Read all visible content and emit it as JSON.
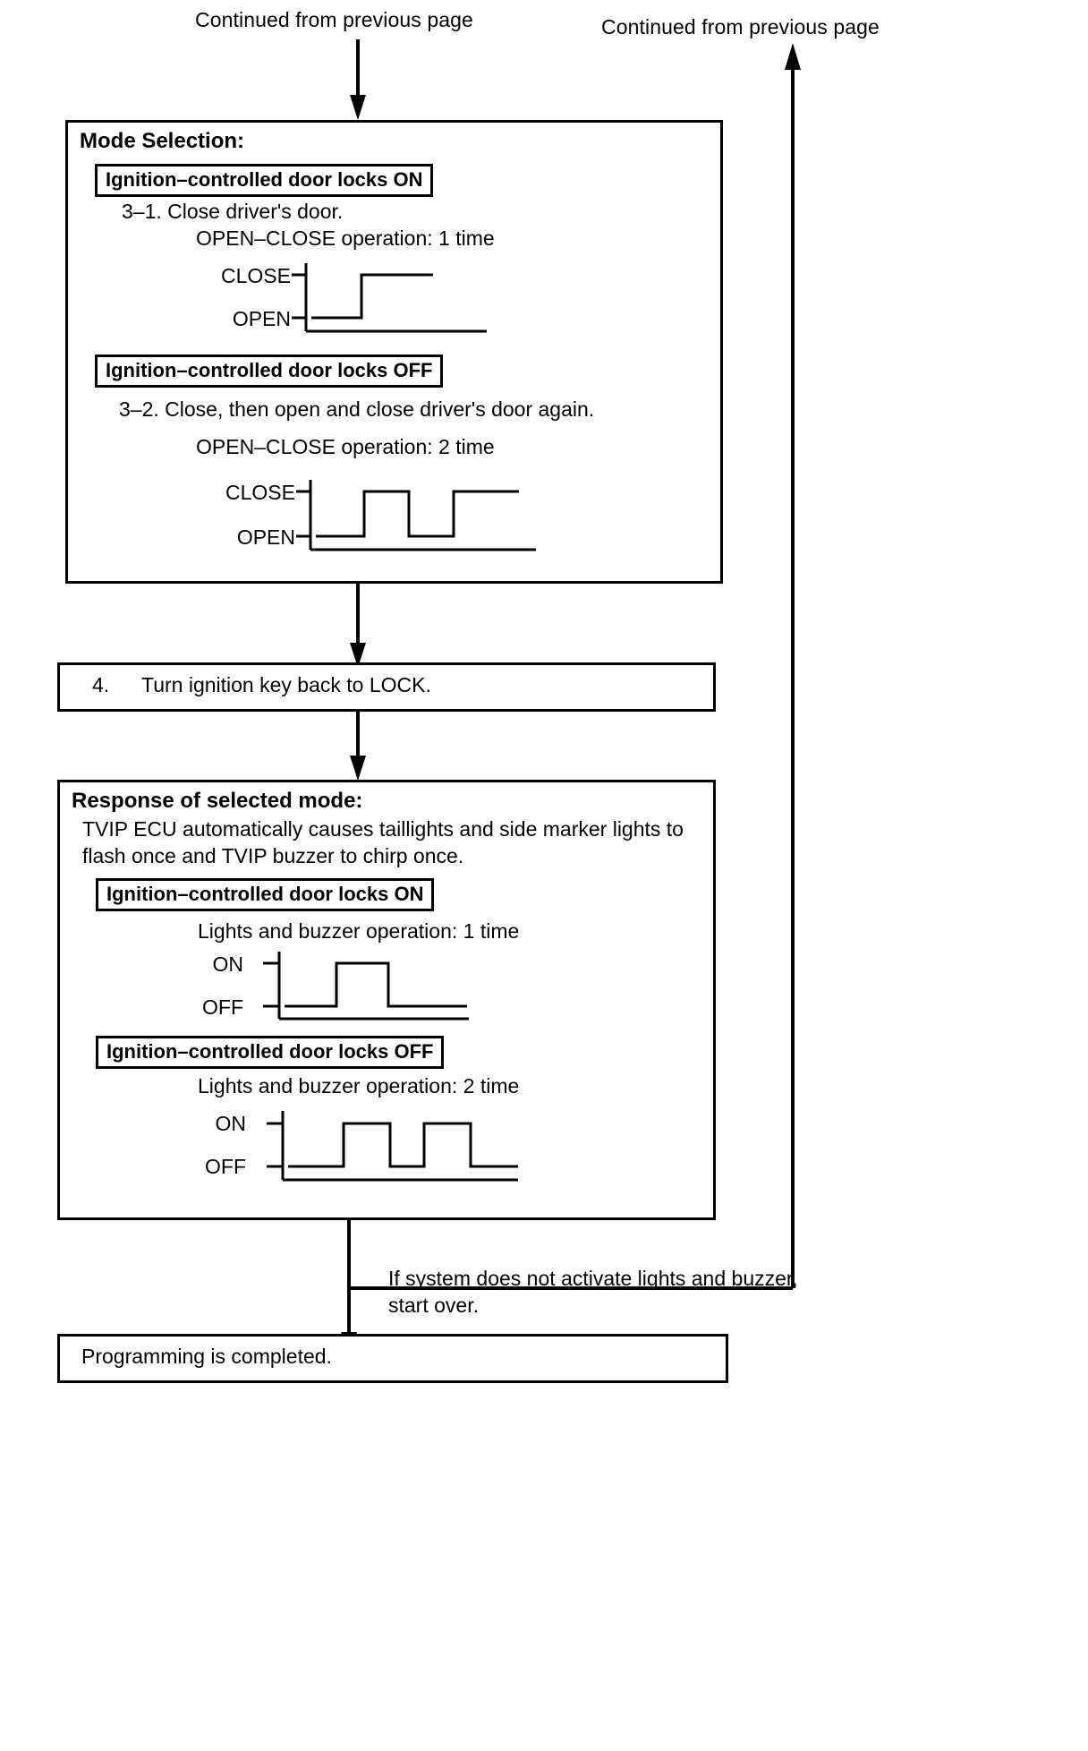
{
  "meta": {
    "doc_type": "flowchart",
    "ink_color": "#000000",
    "paper_color": "#ffffff"
  },
  "connectors": {
    "top_left_label": "Continued from previous page",
    "top_right_label": "Continued from previous page",
    "retry_note_line1": "If system does not activate lights and buzzer,",
    "retry_note_line2": "start over."
  },
  "mode_selection_box": {
    "title": "Mode Selection:",
    "sub_blocks": [
      {
        "tag": "Ignition–controlled  door locks ON",
        "step": "3–1.  Close driver's door.",
        "operation_caption": "OPEN–CLOSE operation: 1 time",
        "high_label": "CLOSE",
        "low_label": "OPEN"
      },
      {
        "tag": "Ignition–controlled  door locks OFF",
        "step": "3–2.  Close, then open and close driver's door again.",
        "operation_caption": "OPEN–CLOSE operation: 2 time",
        "high_label": "CLOSE",
        "low_label": "OPEN"
      }
    ]
  },
  "step4_box": {
    "number": "4.",
    "text": "Turn ignition key back to LOCK."
  },
  "response_box": {
    "title": "Response of selected mode:",
    "description_line1": "TVIP ECU automatically causes taillights and side marker lights to",
    "description_line2": "flash once and TVIP buzzer to chirp once.",
    "sub_blocks": [
      {
        "tag": "Ignition–controlled  door locks ON",
        "operation_caption": "Lights and buzzer operation: 1 time",
        "high_label": "ON",
        "low_label": "OFF"
      },
      {
        "tag": "Ignition–controlled  door locks OFF",
        "operation_caption": "Lights and buzzer operation: 2 time",
        "high_label": "ON",
        "low_label": "OFF"
      }
    ]
  },
  "final_box": {
    "text": "Programming is completed."
  },
  "chart_data": [
    {
      "id": "open-close-1-time",
      "type": "line",
      "title": "OPEN–CLOSE operation: 1 time",
      "ylabel_high": "CLOSE",
      "ylabel_low": "OPEN",
      "states": [
        "OPEN",
        "CLOSE"
      ],
      "transitions": [
        {
          "t": 0.0,
          "state": "OPEN"
        },
        {
          "t": 0.45,
          "state": "CLOSE"
        },
        {
          "t": 1.0,
          "state": "CLOSE"
        }
      ],
      "transition_count": 1
    },
    {
      "id": "open-close-2-time",
      "type": "line",
      "title": "OPEN–CLOSE operation: 2 time",
      "ylabel_high": "CLOSE",
      "ylabel_low": "OPEN",
      "states": [
        "OPEN",
        "CLOSE"
      ],
      "transitions": [
        {
          "t": 0.0,
          "state": "OPEN"
        },
        {
          "t": 0.26,
          "state": "CLOSE"
        },
        {
          "t": 0.5,
          "state": "OPEN"
        },
        {
          "t": 0.66,
          "state": "CLOSE"
        },
        {
          "t": 1.0,
          "state": "CLOSE"
        }
      ],
      "transition_count": 2
    },
    {
      "id": "lights-buzzer-1-time",
      "type": "line",
      "title": "Lights and buzzer operation: 1 time",
      "ylabel_high": "ON",
      "ylabel_low": "OFF",
      "states": [
        "OFF",
        "ON"
      ],
      "transitions": [
        {
          "t": 0.0,
          "state": "OFF"
        },
        {
          "t": 0.33,
          "state": "ON"
        },
        {
          "t": 0.66,
          "state": "OFF"
        },
        {
          "t": 1.0,
          "state": "OFF"
        }
      ],
      "pulse_count": 1
    },
    {
      "id": "lights-buzzer-2-time",
      "type": "line",
      "title": "Lights and buzzer operation: 2 time",
      "ylabel_high": "ON",
      "ylabel_low": "OFF",
      "states": [
        "OFF",
        "ON"
      ],
      "transitions": [
        {
          "t": 0.0,
          "state": "OFF"
        },
        {
          "t": 0.22,
          "state": "ON"
        },
        {
          "t": 0.42,
          "state": "OFF"
        },
        {
          "t": 0.55,
          "state": "ON"
        },
        {
          "t": 0.76,
          "state": "OFF"
        },
        {
          "t": 1.0,
          "state": "OFF"
        }
      ],
      "pulse_count": 2
    }
  ]
}
